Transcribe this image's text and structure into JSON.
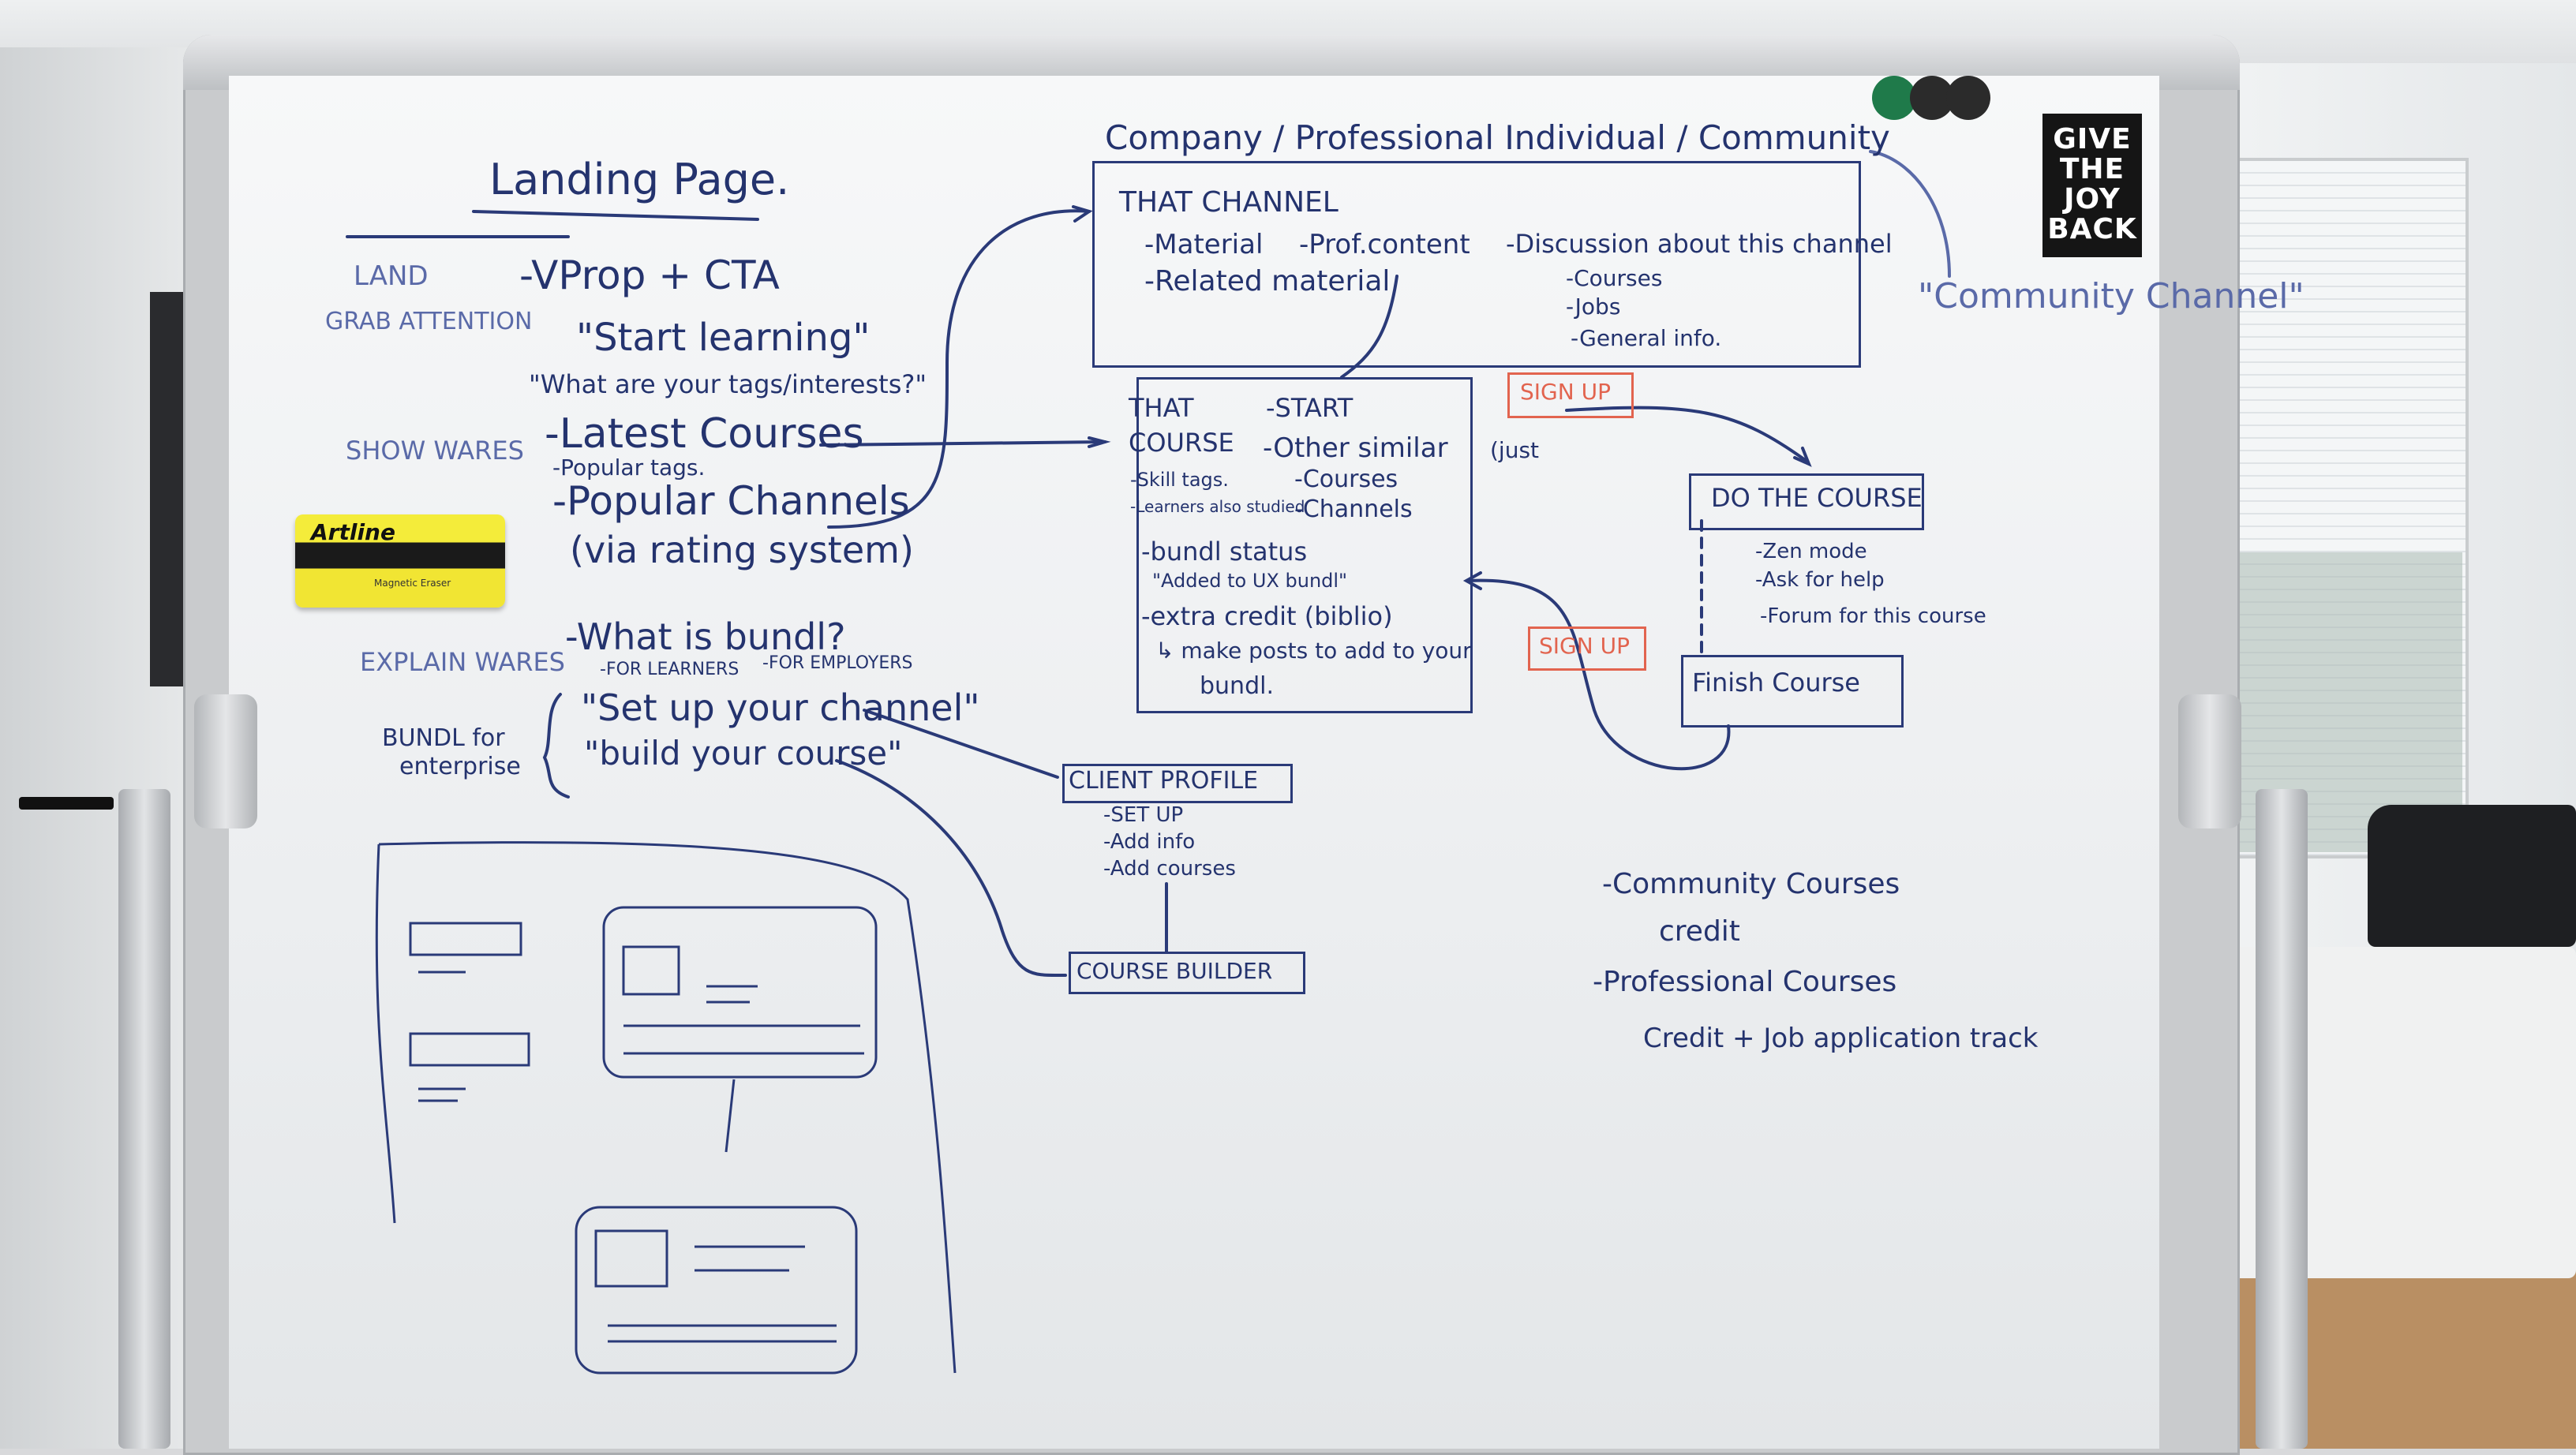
{
  "sticker": {
    "lines": [
      "GIVE",
      "THE",
      "JOY",
      "BACK"
    ]
  },
  "eraser": {
    "brand": "Artline",
    "sub": "Magnetic Eraser"
  },
  "board": {
    "header": "Company / Professional Individual / Community",
    "community_channel": "\"Community Channel\"",
    "landing_title": "Landing Page.",
    "land": "LAND",
    "grab_attention": "GRAB ATTENTION",
    "vprop_cta": "-VProp + CTA",
    "start_learning": "\"Start learning\"",
    "tags_question": "\"What are your tags/interests?\"",
    "show_wares": "SHOW WARES",
    "latest_courses": "-Latest Courses",
    "popular_tags": "-Popular tags.",
    "popular_channels": "-Popular Channels",
    "via_rating": "(via rating system)",
    "explain_wares": "EXPLAIN WARES",
    "what_is_bundl": "-What is bundl?",
    "for_learners": "-FOR LEARNERS",
    "for_employers": "-FOR EMPLOYERS",
    "bundl_enterprise_1": "BUNDL for",
    "bundl_enterprise_2": "enterprise",
    "set_up_channel": "\"Set up your channel\"",
    "build_course": "\"build your course\"",
    "that_channel": {
      "title": "THAT CHANNEL",
      "material": "-Material",
      "prof_content": "-Prof.content",
      "related": "-Related material",
      "discussion": "-Discussion about this channel",
      "courses": "-Courses",
      "jobs": "-Jobs",
      "general": "-General info."
    },
    "that_course": {
      "title_1": "THAT",
      "title_2": "COURSE",
      "start": "-START",
      "other_similar": "-Other similar",
      "courses": "-Courses",
      "channels": "-Channels",
      "skill_tags": "-Skill tags.",
      "learners_also": "-Learners also studied",
      "bundl_status": "-bundl status",
      "added_to_bundl": "\"Added to UX bundl\"",
      "extra_credit": "-extra credit (biblio)",
      "make_posts_1": "↳ make posts to add to your",
      "make_posts_2": "bundl."
    },
    "sign_up_1": "SIGN UP",
    "sign_up_2": "SIGN UP",
    "just": "(just",
    "do_the_course": "DO THE COURSE",
    "zen_mode": "-Zen mode",
    "ask_help": "-Ask for help",
    "forum": "-Forum for this course",
    "finish_course": "Finish Course",
    "client_profile": "CLIENT PROFILE",
    "set_up": "-SET UP",
    "add_info": "-Add info",
    "add_courses": "-Add courses",
    "course_builder": "COURSE BUILDER",
    "community_courses": "-Community Courses",
    "credit": "credit",
    "professional_courses": "-Professional Courses",
    "credit_jobs": "Credit + Job application track"
  },
  "colors": {
    "ink": "#24336e",
    "red_ink": "#e2644f",
    "board": "#f2f3f5"
  }
}
